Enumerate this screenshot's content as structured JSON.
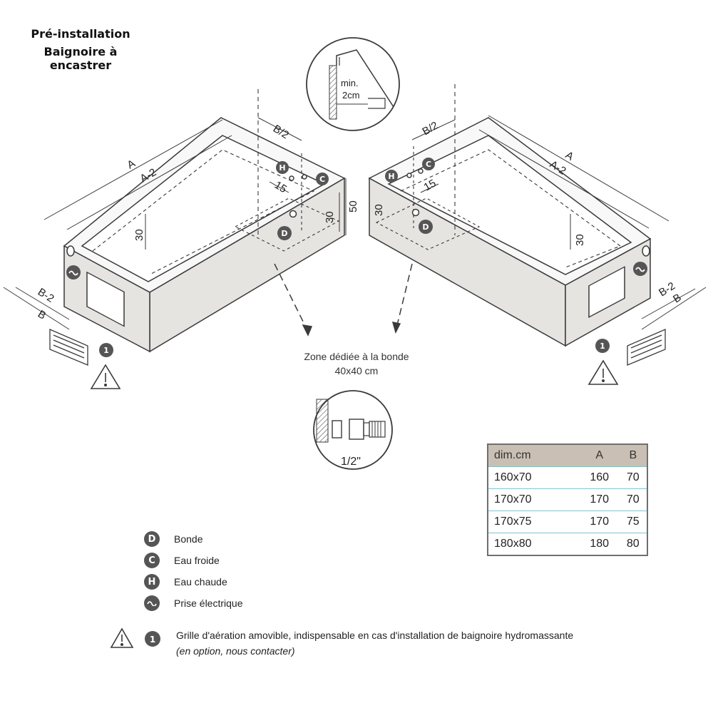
{
  "title": {
    "line1": "Pré-installation",
    "line2": "Baignoire à encastrer"
  },
  "detail_top": {
    "label_min": "min.",
    "label_gap": "2cm"
  },
  "detail_bottom": {
    "label": "1/2\""
  },
  "zone_bonde": {
    "line1": "Zone dédiée à la bonde",
    "line2": "40x40 cm"
  },
  "left_tub": {
    "dim_A": "A",
    "dim_A2": "A-2",
    "dim_B": "B",
    "dim_B2": "B-2",
    "dim_B_half": "B/2",
    "dim_15": "15",
    "dim_30_inner": "30",
    "dim_30_side": "30",
    "marker_H": "H",
    "marker_C": "C",
    "marker_D": "D",
    "marker_1": "1"
  },
  "right_tub": {
    "dim_A": "A",
    "dim_A2": "A-2",
    "dim_B": "B",
    "dim_B2": "B-2",
    "dim_B_half": "B/2",
    "dim_15": "15",
    "dim_30_inner": "30",
    "dim_30_side": "30",
    "marker_H": "H",
    "marker_C": "C",
    "marker_D": "D",
    "marker_1": "1"
  },
  "center_height": "50",
  "dimension_table": {
    "headers": [
      "dim.cm",
      "A",
      "B"
    ],
    "rows": [
      [
        "160x70",
        "160",
        "70"
      ],
      [
        "170x70",
        "170",
        "70"
      ],
      [
        "170x75",
        "170",
        "75"
      ],
      [
        "180x80",
        "180",
        "80"
      ]
    ]
  },
  "legend": [
    {
      "symbol": "D",
      "label": "Bonde"
    },
    {
      "symbol": "C",
      "label": "Eau froide"
    },
    {
      "symbol": "H",
      "label": "Eau chaude"
    },
    {
      "symbol": "wave-icon",
      "label": "Prise électrique"
    }
  ],
  "note": {
    "symbol": "1",
    "line1": "Grille d'aération amovible, indispensable en cas d'installation de baignoire hydromassante",
    "line2": "(en option, nous contacter)"
  },
  "colors": {
    "stroke": "#3a3a3a",
    "fill": "#e6e4e1",
    "marker": "#555555",
    "table_header": "#c9bfb4",
    "table_line": "#7fc4cf"
  }
}
